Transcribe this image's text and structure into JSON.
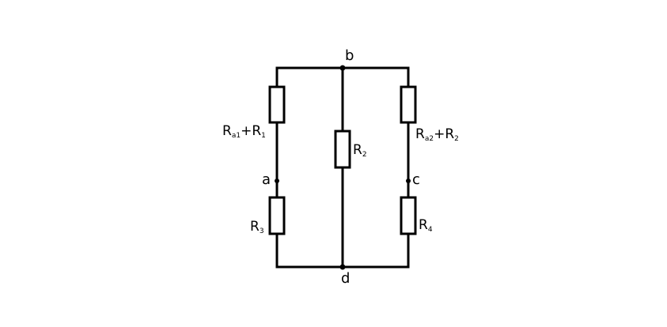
{
  "circuit": {
    "nodes": {
      "a": "a",
      "b": "b",
      "c": "c",
      "d": "d"
    },
    "resistors": {
      "left_top": {
        "base1": "R",
        "sub1": "a1",
        "plus": "+",
        "base2": "R",
        "sub2": "1"
      },
      "left_bottom": {
        "base": "R",
        "sub": "3"
      },
      "middle": {
        "base": "R",
        "sub": "2"
      },
      "right_top": {
        "base1": "R",
        "sub1": "a2",
        "plus": "+",
        "base2": "R",
        "sub2": "2"
      },
      "right_bottom": {
        "base": "R",
        "sub": "4"
      }
    },
    "colors": {
      "wire": "#000000",
      "background": "#ffffff"
    }
  }
}
